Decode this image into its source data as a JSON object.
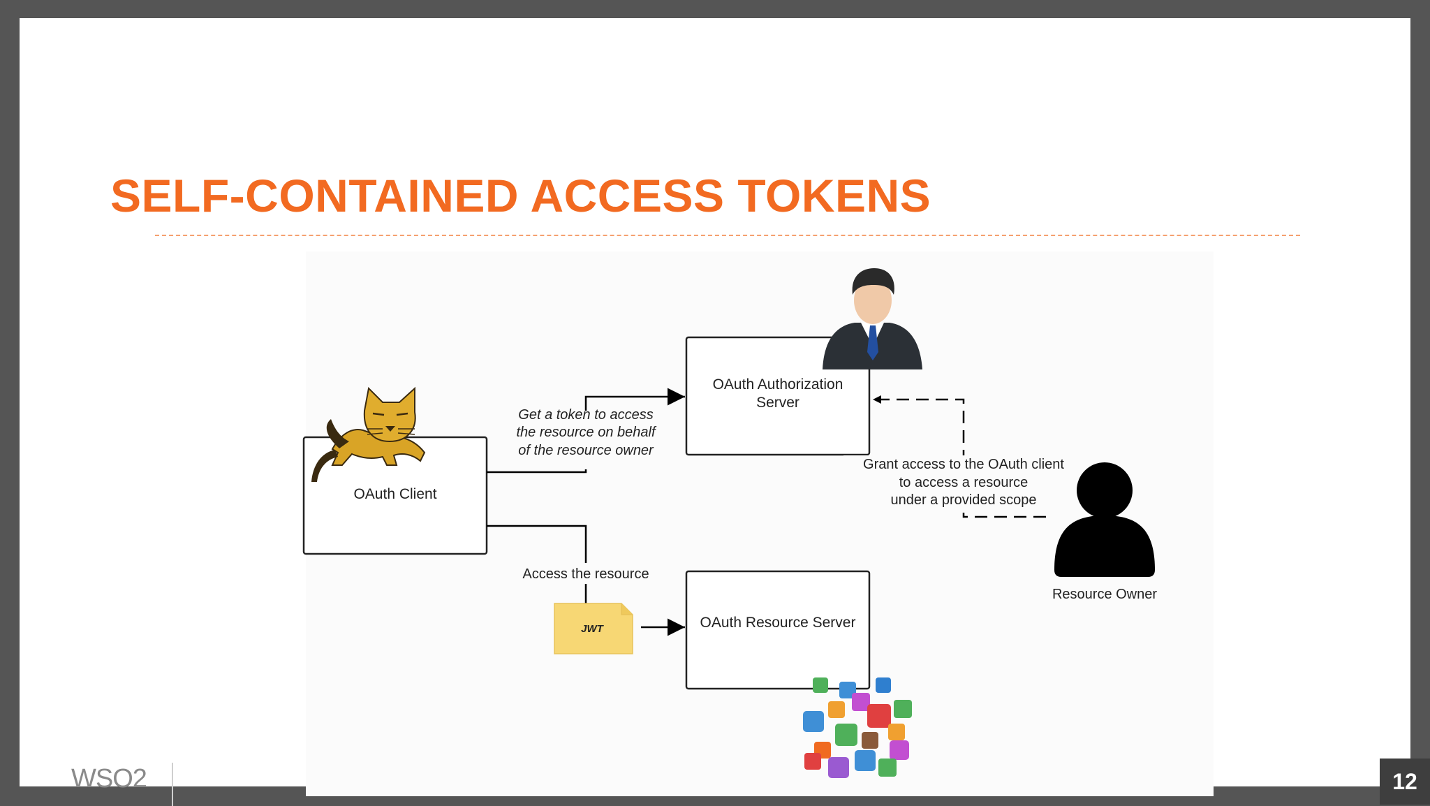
{
  "slide": {
    "title": "SELF-CONTAINED ACCESS TOKENS",
    "page_number": "12",
    "logo_text": "WSO2"
  },
  "diagram": {
    "nodes": {
      "client": "OAuth Client",
      "auth_server_line1": "OAuth Authorization",
      "auth_server_line2": "Server",
      "resource_server": "OAuth Resource Server",
      "resource_owner": "Resource Owner",
      "token": "JWT"
    },
    "edges": {
      "get_token_line1": "Get a token to access",
      "get_token_line2": "the resource on behalf",
      "get_token_line3": "of the resource owner",
      "access_resource": "Access the resource",
      "grant_line1": "Grant access to the OAuth client",
      "grant_line2": "to access a resource",
      "grant_line3": "under a provided scope"
    }
  },
  "colors": {
    "title": "#f26a21",
    "jwt_note": "#f7d774",
    "background": "#555555"
  },
  "icons": [
    "tomcat-cat-icon",
    "businessman-icon",
    "person-silhouette-icon",
    "app-icons-cluster"
  ]
}
